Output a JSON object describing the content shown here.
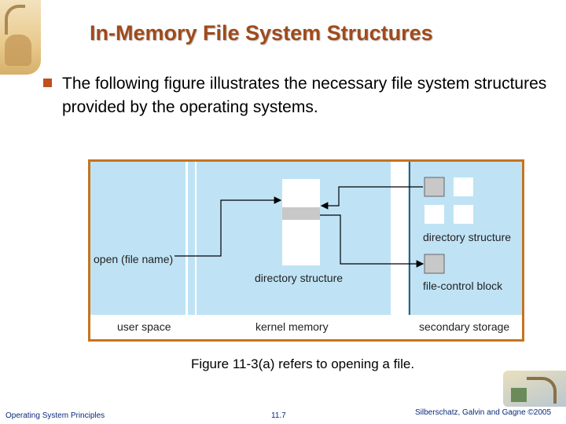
{
  "slide": {
    "title": "In-Memory File System Structures",
    "bullet": "The following figure illustrates the necessary file system structures provided by the operating systems.",
    "caption": "Figure 11-3(a) refers to opening a file."
  },
  "figure": {
    "labels": {
      "open_call": "open (file name)",
      "kernel_directory": "directory structure",
      "secondary_directory": "directory structure",
      "fcb": "file-control block",
      "user_space": "user space",
      "kernel_memory": "kernel memory",
      "secondary_storage": "secondary storage"
    },
    "colors": {
      "region": "#bfe3f5",
      "bottom_band": "#ffffff",
      "divider": "#ffffff",
      "block_fill": "#c8c8c8",
      "frame": "#c6741e",
      "arrow": "#000000"
    }
  },
  "footer": {
    "left": "Operating System Principles",
    "center": "11.7",
    "right": "Silberschatz, Galvin and Gagne ©2005"
  }
}
